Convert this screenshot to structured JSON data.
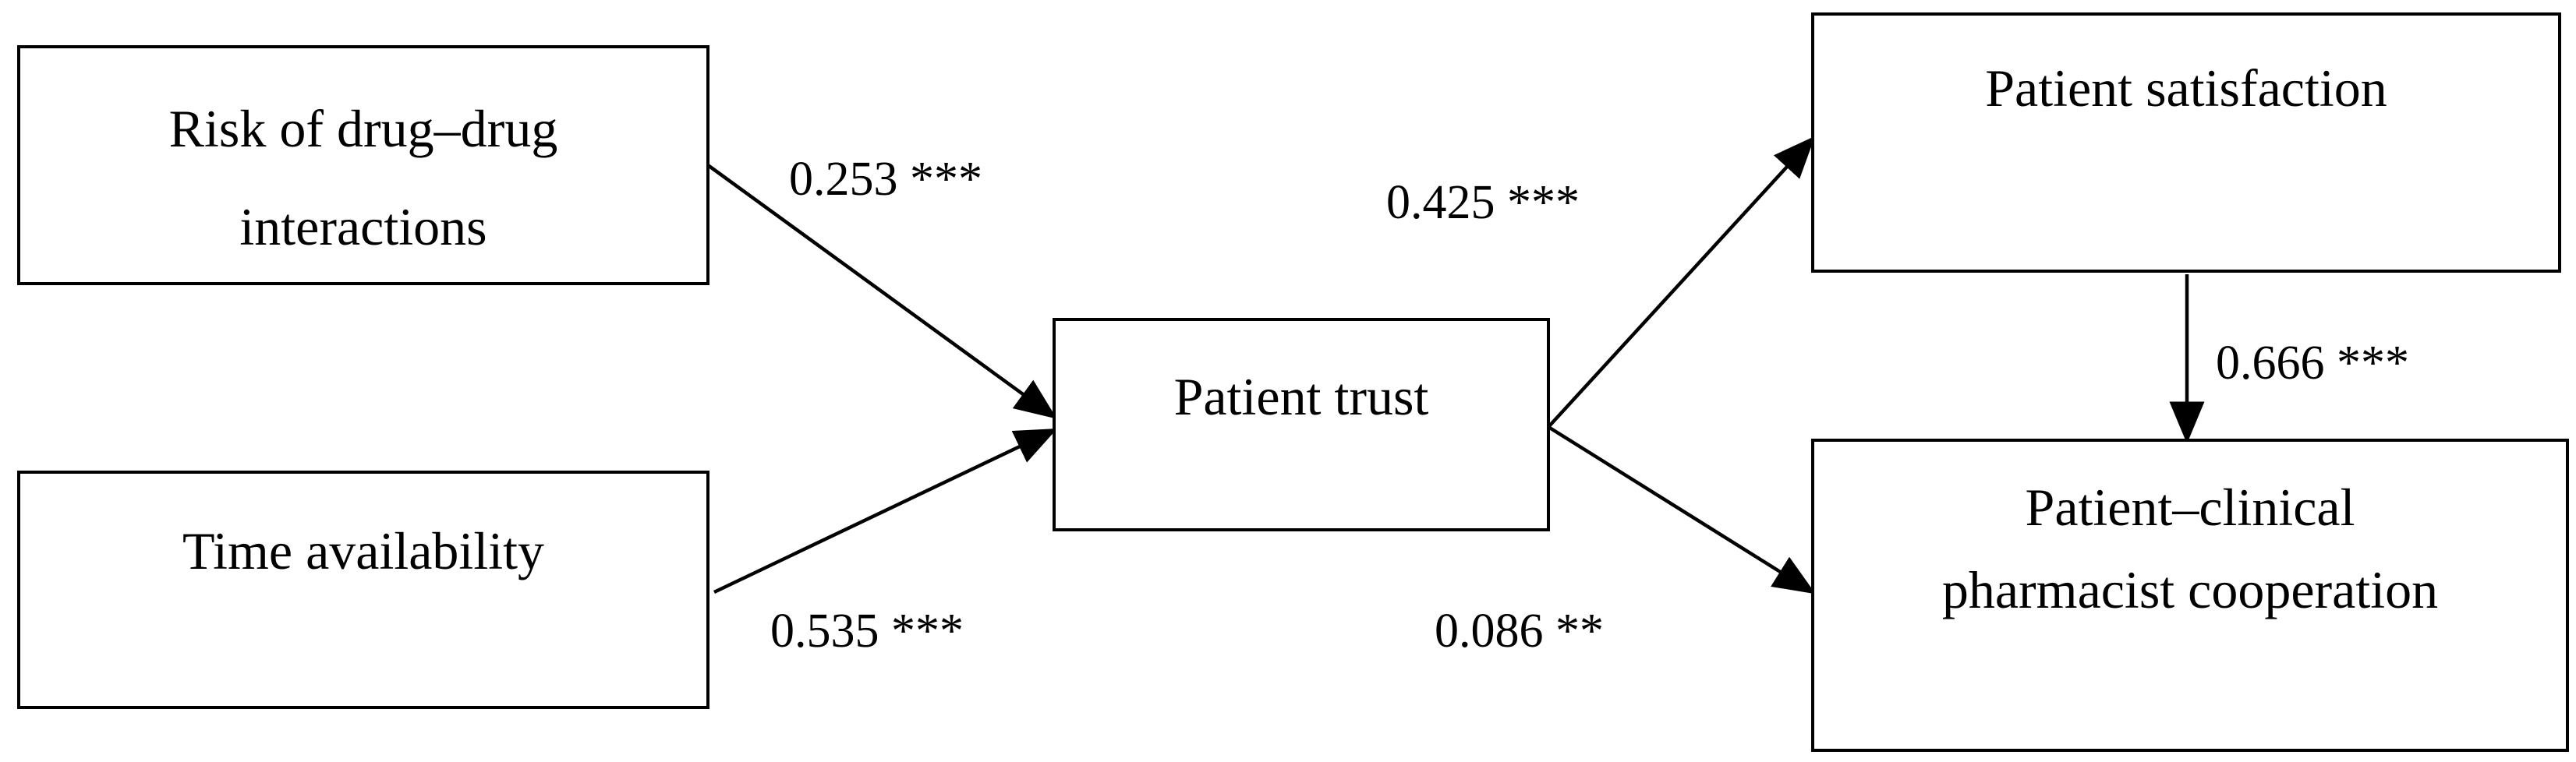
{
  "nodes": {
    "risk": {
      "line1": "Risk of drug–drug",
      "line2": "interactions"
    },
    "time": {
      "label": "Time availability"
    },
    "trust": {
      "label": "Patient trust"
    },
    "satisfaction": {
      "label": "Patient satisfaction"
    },
    "cooperation": {
      "line1": "Patient–clinical",
      "line2": "pharmacist cooperation"
    }
  },
  "paths": {
    "risk_to_trust": "0.253 ***",
    "time_to_trust": "0.535 ***",
    "trust_to_satisfaction": "0.425 ***",
    "trust_to_cooperation": "0.086 **",
    "satisfaction_to_cooperation": "0.666 ***"
  }
}
